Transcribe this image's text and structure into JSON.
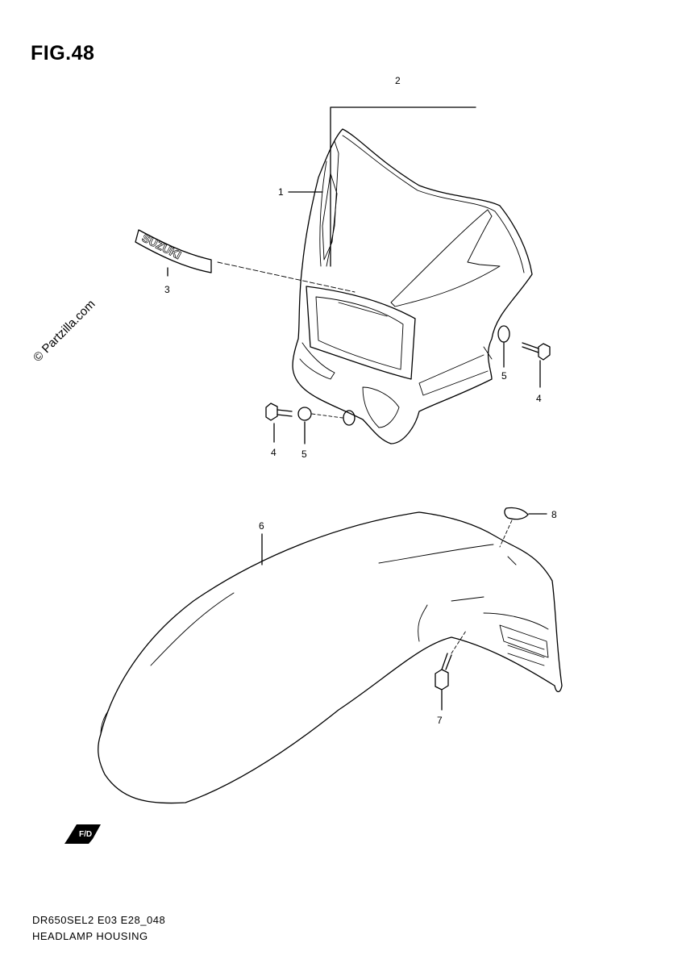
{
  "figure": {
    "title": "FIG.48",
    "watermark": "© Partzilla.com",
    "code": "DR650SEL2 E03 E28_048",
    "name": "HEADLAMP HOUSING"
  },
  "callouts": {
    "c1": "1",
    "c2": "2",
    "c3": "3",
    "c4a": "4",
    "c4b": "4",
    "c5a": "5",
    "c5b": "5",
    "c6": "6",
    "c7": "7",
    "c8": "8"
  },
  "decal_text": "SUZUKI",
  "fwd_symbol": "F/D",
  "colors": {
    "line": "#000000",
    "background": "#ffffff"
  }
}
